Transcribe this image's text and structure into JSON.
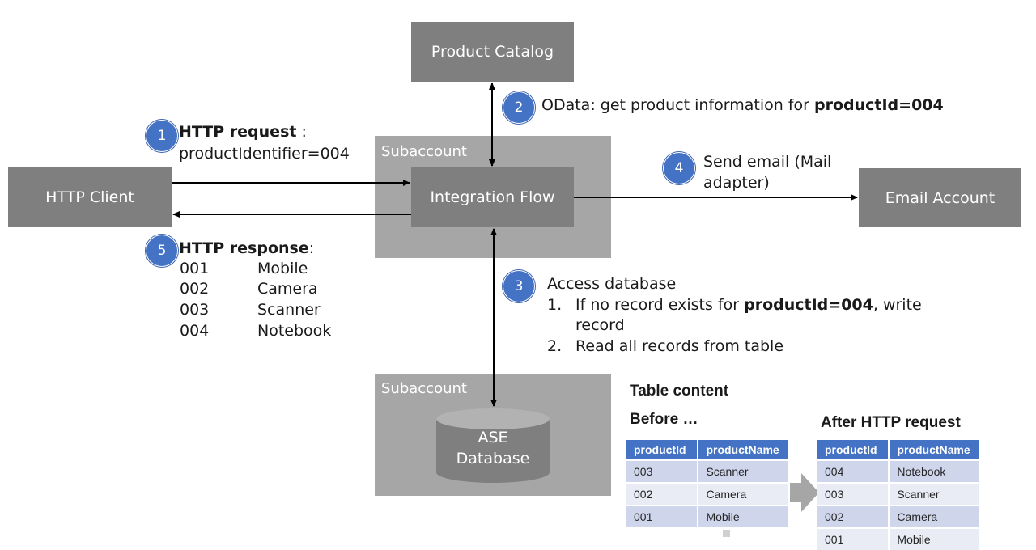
{
  "boxes": {
    "product_catalog": "Product Catalog",
    "http_client": "HTTP Client",
    "integration_flow": "Integration Flow",
    "email_account": "Email Account",
    "subaccount_top": "Subaccount",
    "subaccount_bottom": "Subaccount",
    "database_line1": "ASE",
    "database_line2": "Database"
  },
  "steps": {
    "s1": {
      "number": "1",
      "title_bold": "HTTP request",
      "title_rest": " :",
      "line2": "productIdentifier=004"
    },
    "s2": {
      "number": "2",
      "prefix": "OData: get product information for ",
      "bold": "productId=004"
    },
    "s3": {
      "number": "3",
      "title": "Access database",
      "item1_num": "1.",
      "item1_prefix": "If no record exists for ",
      "item1_bold": "productId=004",
      "item1_suffix": ", write",
      "item1_cont": "record",
      "item2_num": "2.",
      "item2_text": "Read all records from table"
    },
    "s4": {
      "number": "4",
      "line1": "Send email (Mail",
      "line2": "adapter)"
    },
    "s5": {
      "number": "5",
      "title_bold": "HTTP response",
      "title_rest": ":",
      "rows": [
        {
          "id": "001",
          "name": "Mobile"
        },
        {
          "id": "002",
          "name": "Camera"
        },
        {
          "id": "003",
          "name": "Scanner"
        },
        {
          "id": "004",
          "name": "Notebook"
        }
      ]
    }
  },
  "table_section": {
    "heading": "Table content",
    "before_label": "Before …",
    "after_label": "After HTTP request",
    "columns": [
      "productId",
      "productName"
    ],
    "before_rows": [
      [
        "003",
        "Scanner"
      ],
      [
        "002",
        "Camera"
      ],
      [
        "001",
        "Mobile"
      ]
    ],
    "after_rows": [
      [
        "004",
        "Notebook"
      ],
      [
        "003",
        "Scanner"
      ],
      [
        "002",
        "Camera"
      ],
      [
        "001",
        "Mobile"
      ]
    ]
  },
  "colors": {
    "box": "#7f7f7f",
    "subaccount": "#a6a6a6",
    "badge": "#4472c4",
    "table_header": "#4472c4",
    "table_row_dark": "#cfd5ea",
    "table_row_light": "#e9ebf5"
  }
}
